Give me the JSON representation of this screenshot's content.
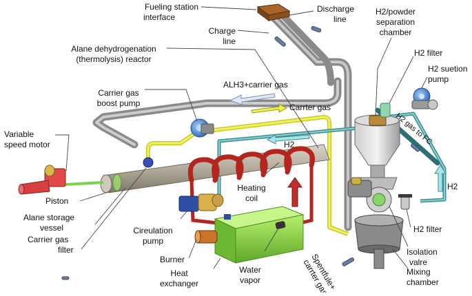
{
  "labels": {
    "fueling_station_interface": [
      "Fueling station",
      "interface"
    ],
    "discharge_line": [
      "Discharge",
      "line"
    ],
    "h2_powder_separation_chamber": [
      "H2/powder",
      "separation",
      "chamber"
    ],
    "charge_line": [
      "Charge",
      "line"
    ],
    "alane_dehydrogenation_reactor": [
      "Alane dehydrogenation",
      "(thermolysis) reactor"
    ],
    "h2_filter_top": "H2 filter",
    "h2_suction_pump": [
      "H2 suetion",
      "pump"
    ],
    "alh3_carrier_gas": "ALH3+carrier gas",
    "carrier_gas_boost_pump": [
      "Carrier gas",
      "boost pump"
    ],
    "carrier_gas_flow": "Carrter gas",
    "h2_gas_to_fc": "H2 gas to FC",
    "variable_speed_motor": [
      "Variable",
      "speed motor"
    ],
    "h2_mid": "H2",
    "heating_coil": [
      "Heating",
      "coil"
    ],
    "h2_right": "H2",
    "piston": "Piston",
    "alane_storage_vessel": [
      "Alane storage",
      "vessel"
    ],
    "carrier_gas_filter": [
      "Carrier gas",
      "filter"
    ],
    "circulation_pump": [
      "Cireulation",
      "pump"
    ],
    "h2_filter_bottom": "H2 filter",
    "burner": "Burner",
    "heat_exchanger": [
      "Heat",
      "exchanger"
    ],
    "water_vapor": [
      "Water",
      "vapor"
    ],
    "spent_fuel_carrier_gas": [
      "Spentfule+",
      "carrter gas"
    ],
    "isolation_valve": [
      "Isolation",
      "valre"
    ],
    "mixing_chamber": [
      "Mixing",
      "chamber"
    ]
  },
  "colors": {
    "pipe_gray": "#9a9a9a",
    "vessel_tan": "#b8b0a0",
    "coil_red": "#c0302a",
    "hx_green": "#8ad63a",
    "carrier_yellow": "#e8e83a",
    "h2_teal": "#4fa6a8",
    "pump_blue": "#3a7fd0",
    "motor_red": "#d04040"
  }
}
